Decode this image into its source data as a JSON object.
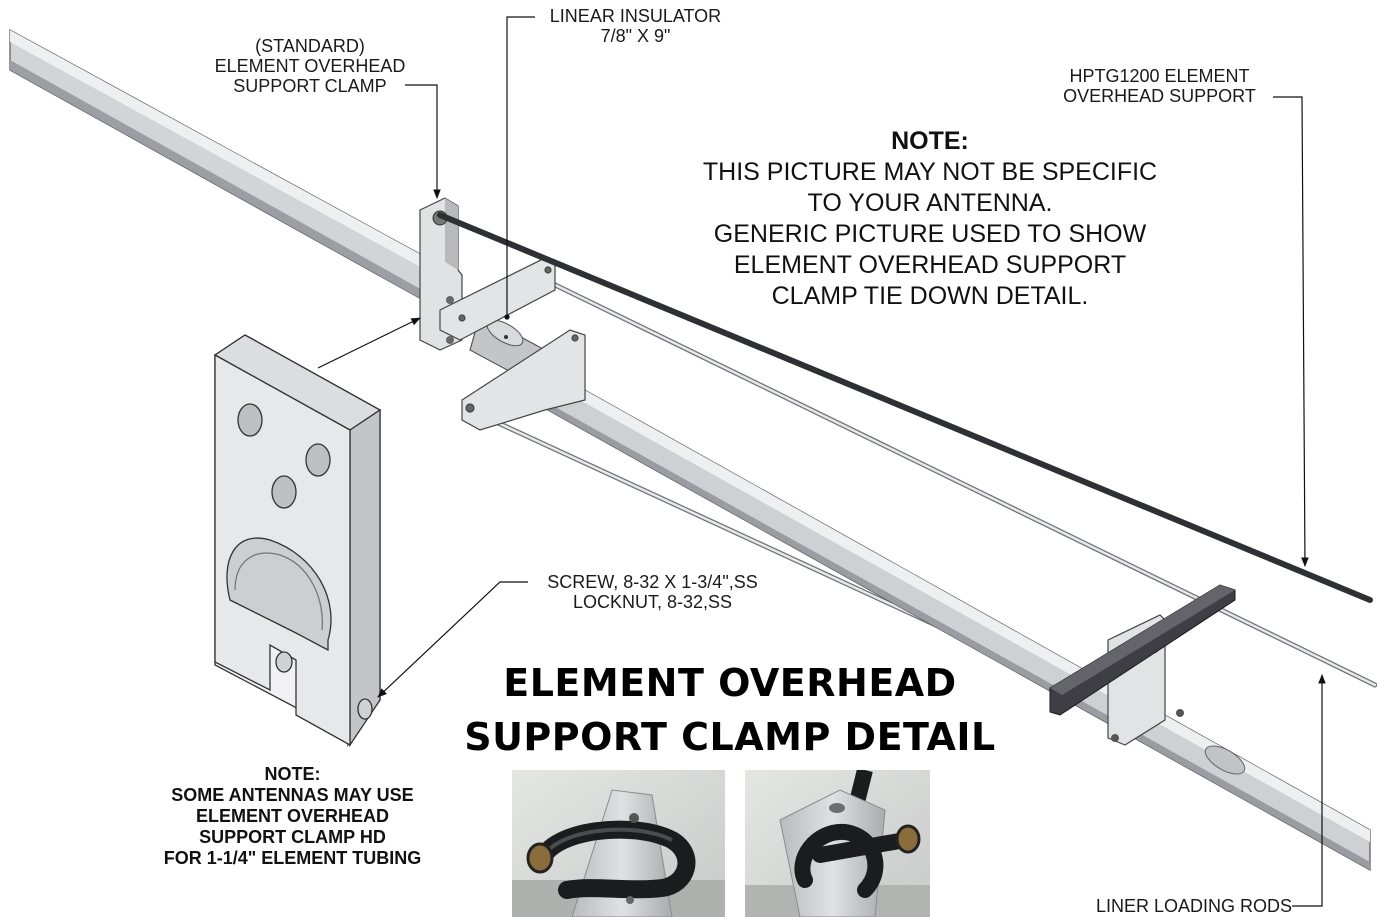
{
  "labels": {
    "standard_clamp": [
      "(STANDARD)",
      "ELEMENT OVERHEAD",
      "SUPPORT CLAMP"
    ],
    "linear_insulator": [
      "LINEAR INSULATOR",
      "7/8\" X 9\""
    ],
    "hptg_support": [
      "HPTG1200 ELEMENT",
      "OVERHEAD SUPPORT"
    ],
    "screw": [
      "SCREW, 8-32 X 1-3/4\",SS",
      "LOCKNUT, 8-32,SS"
    ],
    "loading_rods": "LINER LOADING RODS"
  },
  "note_main": {
    "heading": "NOTE:",
    "lines": [
      "THIS PICTURE MAY NOT BE SPECIFIC",
      "TO YOUR ANTENNA.",
      "GENERIC PICTURE USED TO SHOW",
      "ELEMENT OVERHEAD SUPPORT",
      "CLAMP TIE DOWN DETAIL."
    ]
  },
  "note_hd": {
    "lines": [
      "NOTE:",
      "SOME ANTENNAS MAY USE",
      "ELEMENT OVERHEAD",
      "SUPPORT CLAMP HD",
      "FOR 1-1/4\" ELEMENT TUBING"
    ]
  },
  "title": {
    "line1": "ELEMENT OVERHEAD",
    "line2": "SUPPORT CLAMP DETAIL"
  }
}
